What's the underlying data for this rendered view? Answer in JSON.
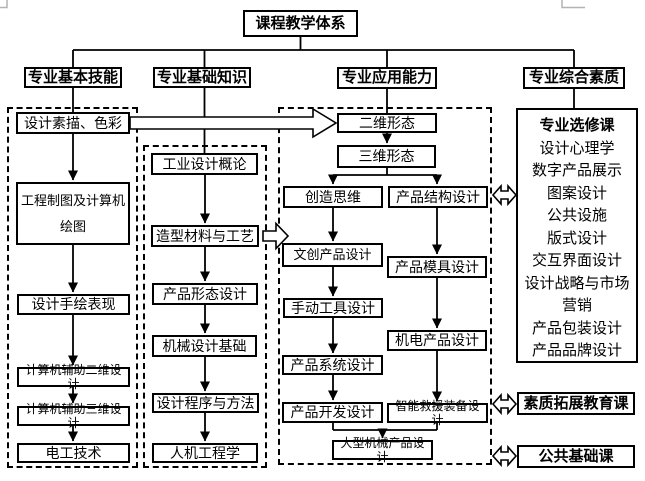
{
  "title": "课程教学体系",
  "columns": {
    "skills": {
      "header": "专业基本技能",
      "courses": [
        "设计素描、色彩",
        "工程制图及计算机绘图",
        "设计手绘表现",
        "计算机辅助二维设计",
        "计算机辅助三维设计",
        "电工技术"
      ]
    },
    "knowledge": {
      "header": "专业基础知识",
      "courses": [
        "工业设计概论",
        "造型材料与工艺",
        "产品形态设计",
        "机械设计基础",
        "设计程序与方法",
        "人机工程学"
      ]
    },
    "application": {
      "header": "专业应用能力",
      "courses": [
        "二维形态",
        "三维形态",
        "创造思维",
        "产品结构设计",
        "文创产品设计",
        "产品模具设计",
        "手动工具设计",
        "机电产品设计",
        "产品系统设计",
        "产品开发设计",
        "智能救援装备设计",
        "大型机械产品设计"
      ]
    },
    "quality": {
      "header": "专业综合素质",
      "elective_title": "专业选修课",
      "electives": [
        "设计心理学",
        "数字产品展示",
        "图案设计",
        "公共设施",
        "版式设计",
        "交互界面设计",
        "设计战略与市场营销",
        "产品包装设计",
        "产品品牌设计"
      ],
      "related_courses": [
        "素质拓展教育课",
        "公共基础课"
      ]
    }
  },
  "colors": {
    "line": "#000000",
    "background": "#ffffff",
    "crop_mark": "#b3b3b3"
  }
}
